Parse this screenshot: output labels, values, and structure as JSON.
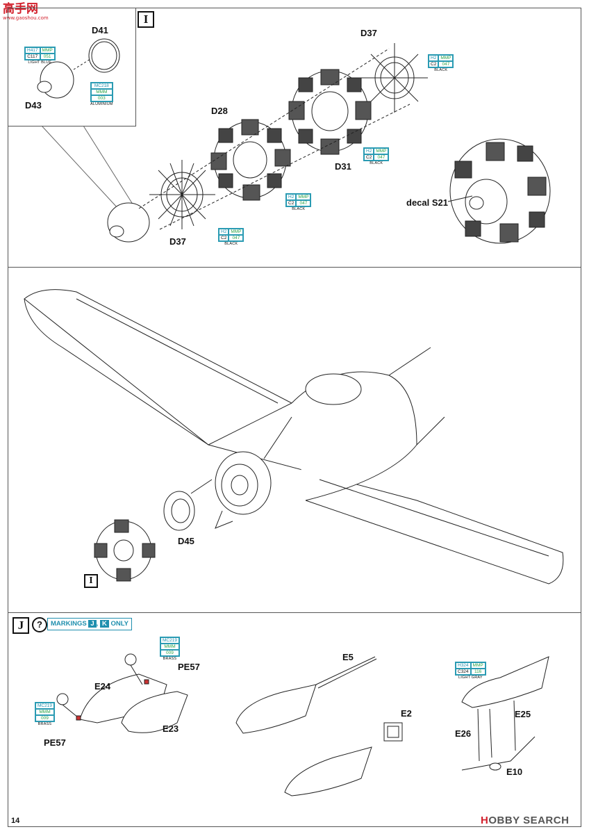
{
  "watermark": {
    "cn": "高手网",
    "url": "www.gaoshou.com"
  },
  "page_number": "14",
  "footer_brand": {
    "mark": "HOBBY SEARCH",
    "left": "H",
    "rest": "OBBY SEARCH"
  },
  "step_i": {
    "badge": "I",
    "parts": {
      "d41": "D41",
      "d43": "D43",
      "d37_top": "D37",
      "d28": "D28",
      "d31": "D31",
      "d37_bottom": "D37",
      "decal": "decal S21"
    },
    "paints": {
      "light_blue": {
        "a": "H417",
        "b": "MMP",
        "c": "C117",
        "d": "051",
        "name": "LIGHT BLUE"
      },
      "aluminium": {
        "a": "MC218",
        "b": "MMM",
        "c": "003",
        "name": "ALUMINIUM"
      },
      "black_1": {
        "a": "H2",
        "b": "MMP",
        "c": "C2",
        "d": "047",
        "name": "BLACK"
      },
      "black_2": {
        "a": "H2",
        "b": "MMP",
        "c": "C2",
        "d": "047",
        "name": "BLACK"
      },
      "black_3": {
        "a": "H2",
        "b": "MMP",
        "c": "C2",
        "d": "047",
        "name": "BLACK"
      },
      "black_4": {
        "a": "H2",
        "b": "MMP",
        "c": "C2",
        "d": "047",
        "name": "BLACK"
      }
    }
  },
  "mid": {
    "part": "D45",
    "badge": "I"
  },
  "step_j": {
    "badge": "J",
    "help_icon": "?",
    "markings": {
      "prefix": "MARKINGS",
      "j": "J",
      "sep": ",",
      "k": "K",
      "suffix": "ONLY"
    },
    "parts": {
      "pe57_top": "PE57",
      "e24": "E24",
      "e23": "E23",
      "pe57_bottom": "PE57",
      "e5": "E5",
      "e2": "E2",
      "e25": "E25",
      "e26": "E26",
      "e10": "E10"
    },
    "paints": {
      "brass_top": {
        "a": "MC219",
        "b": "MMM",
        "c": "009",
        "name": "BRASS"
      },
      "brass_left": {
        "a": "MC219",
        "b": "MMM",
        "c": "009",
        "name": "BRASS"
      },
      "light_gray": {
        "a": "H324",
        "b": "MMP",
        "c": "C324",
        "d": "116",
        "name": "LIGHT GRAY"
      }
    }
  }
}
